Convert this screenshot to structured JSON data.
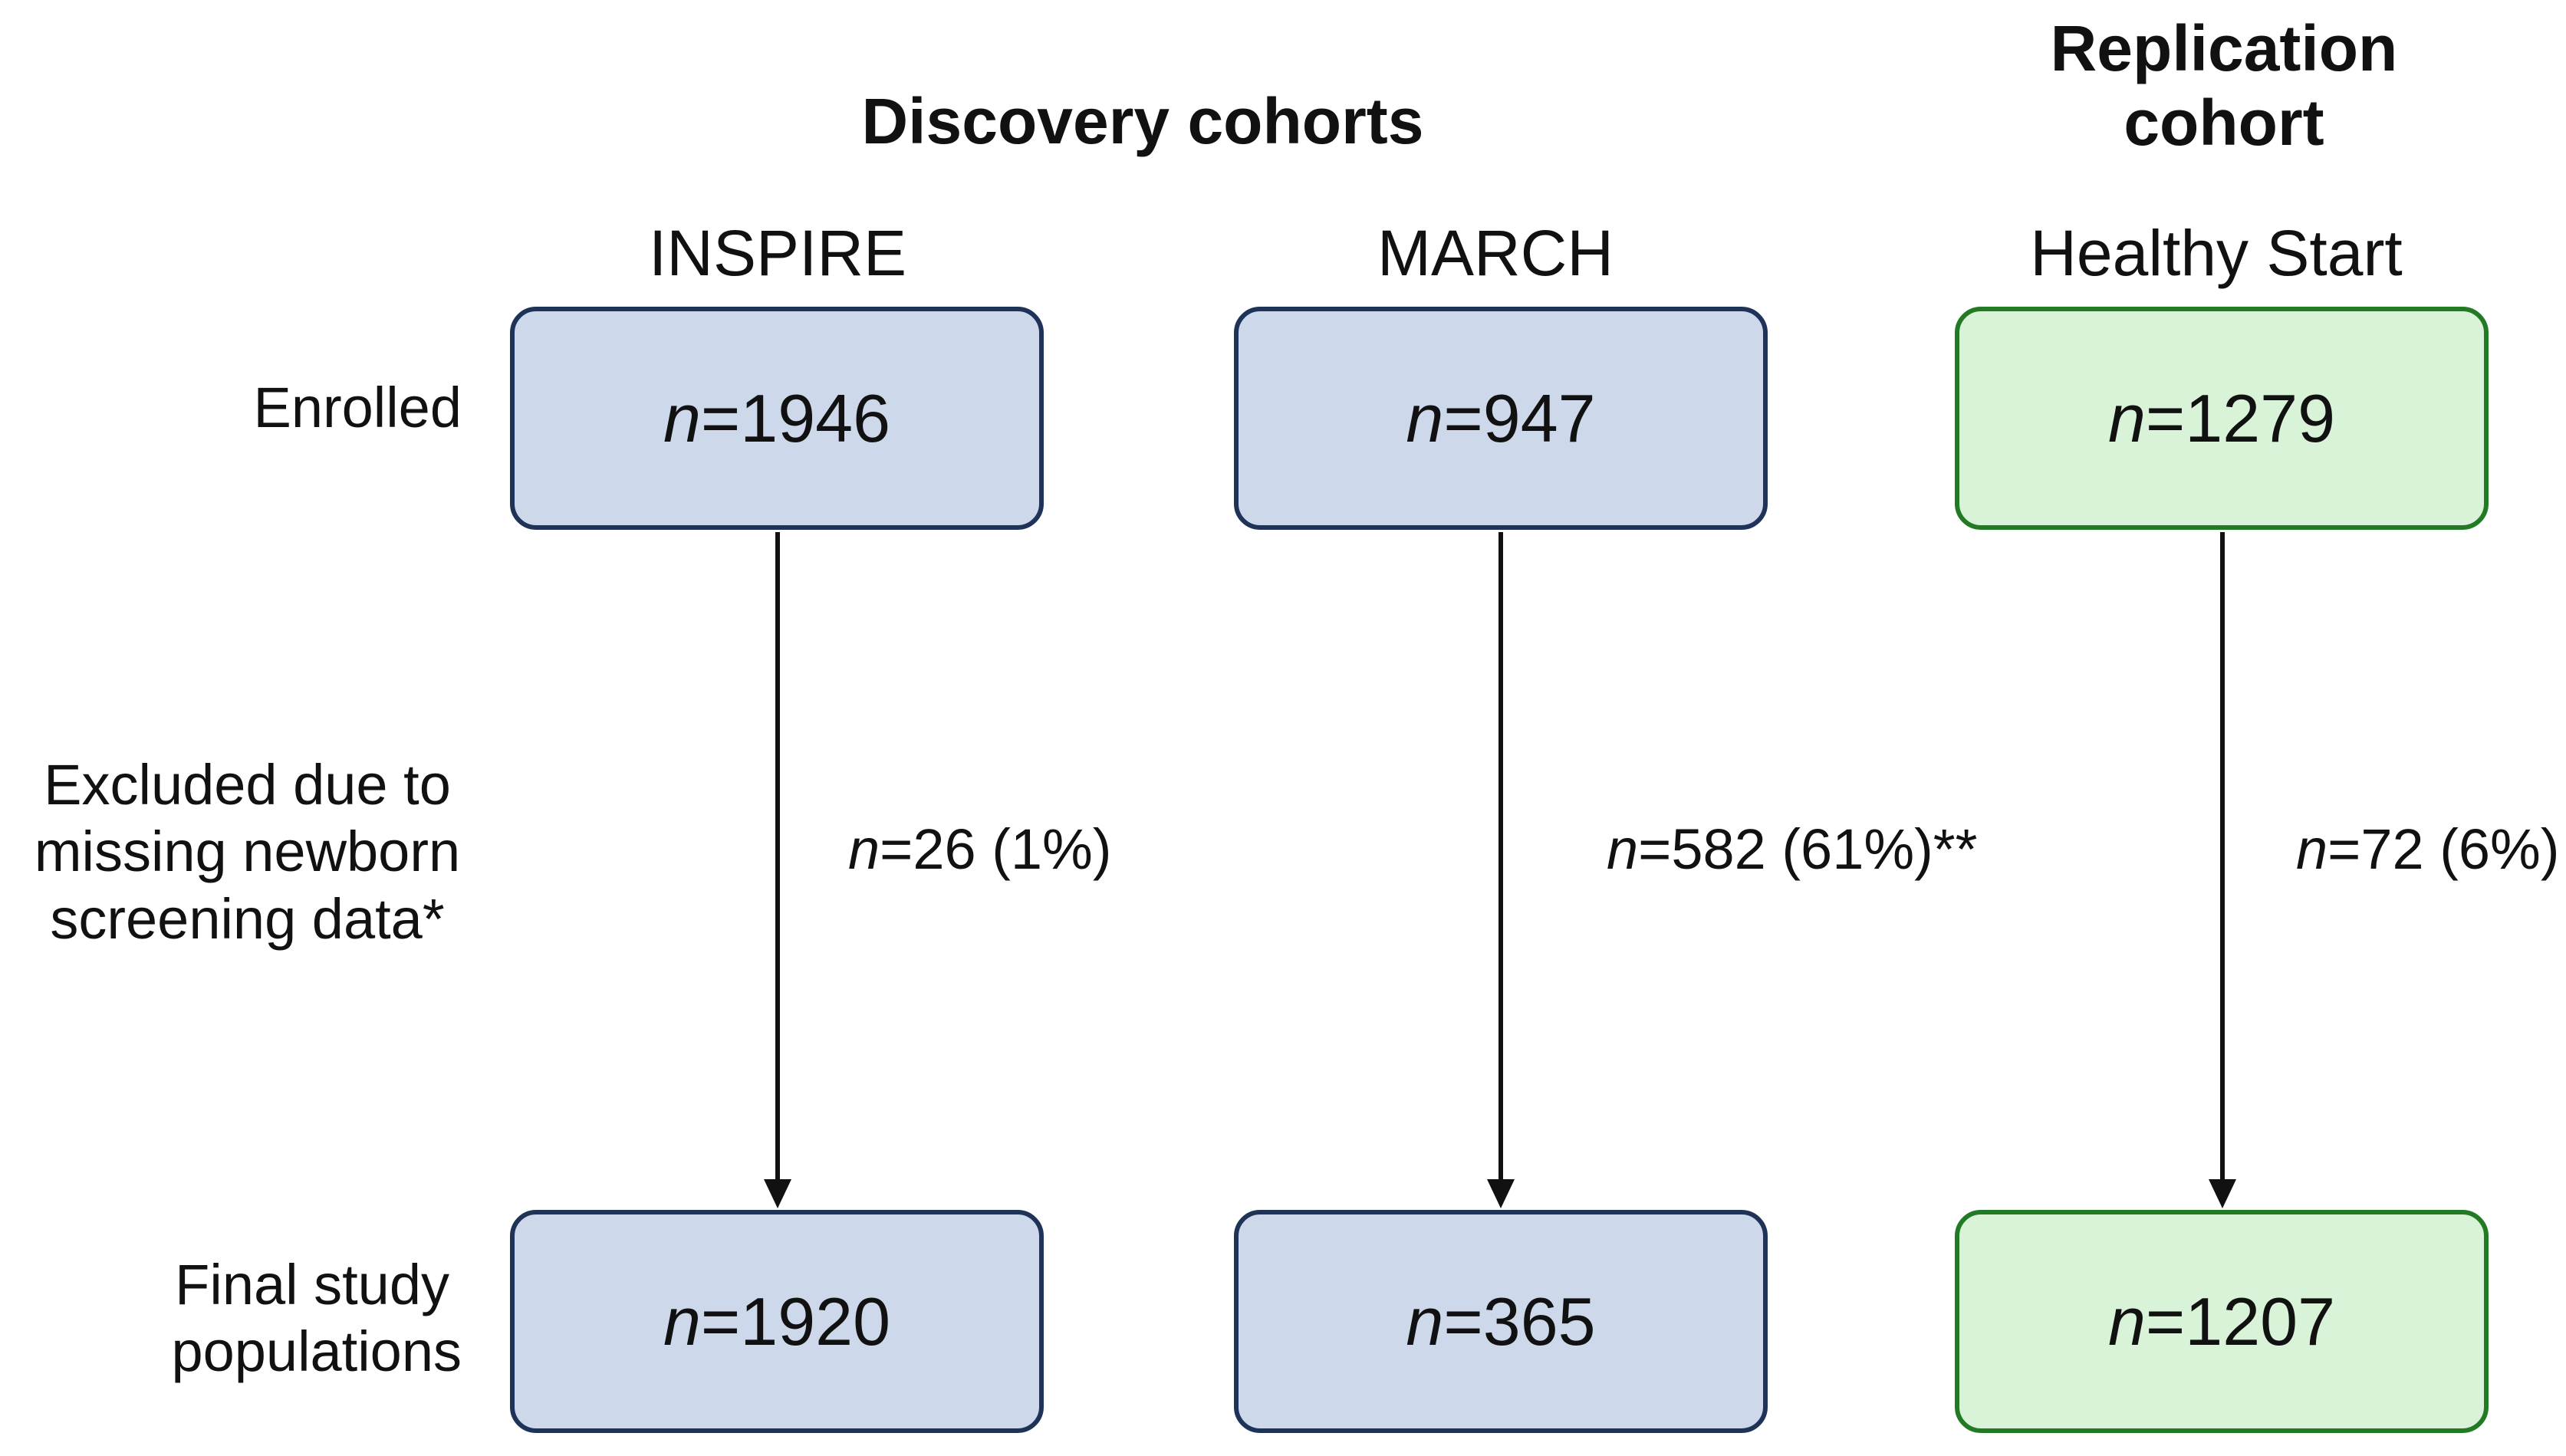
{
  "headings": {
    "discovery": "Discovery cohorts",
    "replication_line1": "Replication",
    "replication_line2": "cohort"
  },
  "row_labels": {
    "enrolled": "Enrolled",
    "excluded_line1": "Excluded due to",
    "excluded_line2": "missing newborn",
    "excluded_line3": "screening data*",
    "final_line1": "Final study",
    "final_line2": "populations"
  },
  "n_symbol": "n",
  "cohorts": [
    {
      "name": "INSPIRE",
      "enrolled": "=1946",
      "excluded": "=26 (1%)",
      "final": "=1920"
    },
    {
      "name": "MARCH",
      "enrolled": "=947",
      "excluded": "=582 (61%)**",
      "final": "=365"
    },
    {
      "name": "Healthy Start",
      "enrolled": "=1279",
      "excluded": "=72 (6%)",
      "final": "=1207"
    }
  ],
  "colors": {
    "discovery_fill": "#cdd8ea",
    "discovery_border": "#1f3358",
    "replication_fill": "#d8f3d7",
    "replication_border": "#237a24",
    "arrow": "#111111"
  }
}
